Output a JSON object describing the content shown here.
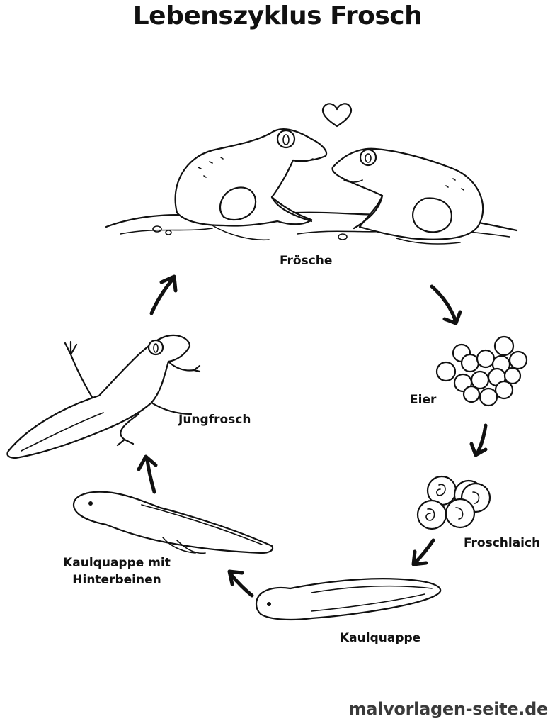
{
  "title": "Lebenszyklus Frosch",
  "stages": {
    "adult_frogs": "Frösche",
    "eggs": "Eier",
    "frogspawn": "Froschlaich",
    "tadpole": "Kaulquappe",
    "tadpole_with_hind_legs": "Kaulquappe mit\nHinterbeinen",
    "froglet": "Jungfrosch"
  },
  "watermark": "malvorlagen-seite.de"
}
